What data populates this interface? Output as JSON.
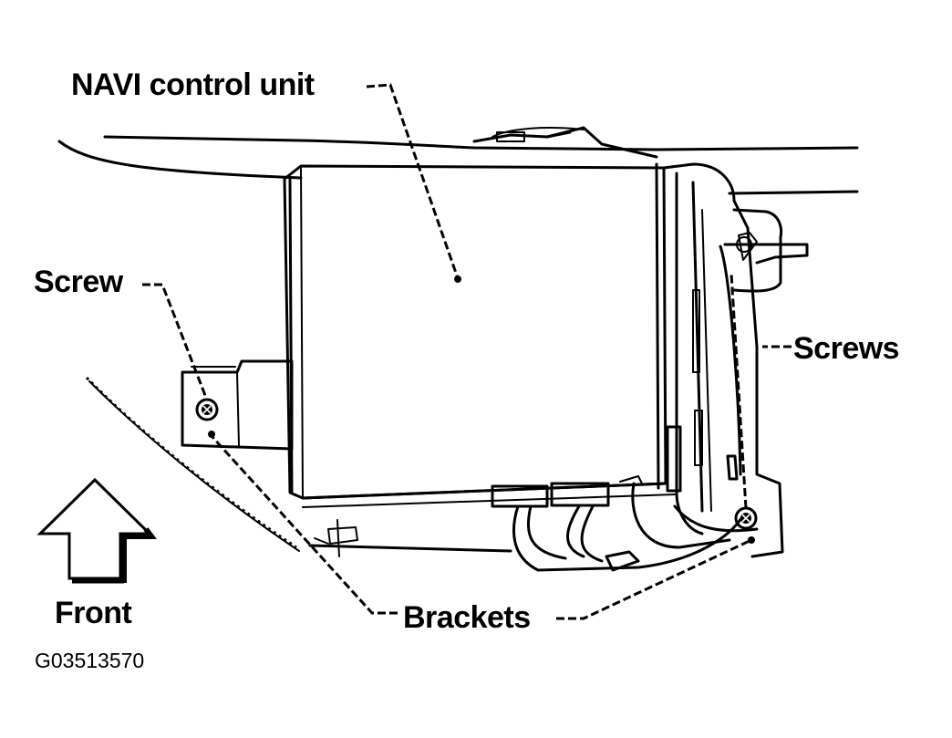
{
  "labels": {
    "navi_control_unit": "NAVI control unit",
    "screw": "Screw",
    "screws": "Screws",
    "brackets": "Brackets",
    "front": "Front",
    "figure_code": "G03513570"
  },
  "colors": {
    "ink": "#000000",
    "paper": "#ffffff"
  },
  "icons": {
    "front_arrow": "arrow-up-icon",
    "screw_head": "screw-icon"
  }
}
